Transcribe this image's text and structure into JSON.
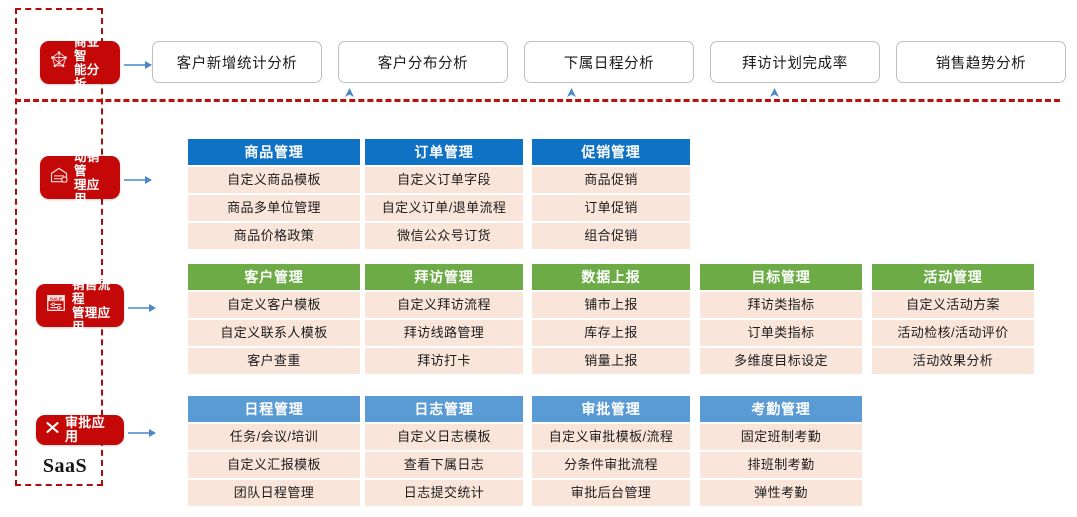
{
  "enclosure": {
    "label": "SaaS"
  },
  "layers": [
    {
      "key": "bi",
      "badge": {
        "label": "商业智\n能分析",
        "icon": "network-graph-icon",
        "color": "#c40808"
      },
      "buttons": [
        {
          "label": "客户新增统计分析"
        },
        {
          "label": "客户分布分析"
        },
        {
          "label": "下属日程分析"
        },
        {
          "label": "拜访计划完成率"
        },
        {
          "label": "销售趋势分析"
        }
      ]
    },
    {
      "key": "sales-app",
      "badge": {
        "label": "动销管\n理应用",
        "icon": "store-house-icon",
        "color": "#c40808"
      },
      "header_color": "#1072c4",
      "columns": [
        {
          "title": "商品管理",
          "items": [
            "自定义商品模板",
            "商品多单位管理",
            "商品价格政策"
          ]
        },
        {
          "title": "订单管理",
          "items": [
            "自定义订单字段",
            "自定义订单/退单流程",
            "微信公众号订货"
          ]
        },
        {
          "title": "促销管理",
          "items": [
            "商品促销",
            "订单促销",
            "组合促销"
          ]
        }
      ]
    },
    {
      "key": "process",
      "badge": {
        "label": "销售流程\n管理应用",
        "icon": "sale-sign-icon",
        "color": "#c40808"
      },
      "header_color": "#6cab45",
      "columns": [
        {
          "title": "客户管理",
          "items": [
            "自定义客户模板",
            "自定义联系人模板",
            "客户查重"
          ]
        },
        {
          "title": "拜访管理",
          "items": [
            "自定义拜访流程",
            "拜访线路管理",
            "拜访打卡"
          ]
        },
        {
          "title": "数据上报",
          "items": [
            "铺市上报",
            "库存上报",
            "销量上报"
          ]
        },
        {
          "title": "目标管理",
          "items": [
            "拜访类指标",
            "订单类指标",
            "多维度目标设定"
          ]
        },
        {
          "title": "活动管理",
          "items": [
            "自定义活动方案",
            "活动检核/活动评价",
            "活动效果分析"
          ]
        }
      ]
    },
    {
      "key": "approval",
      "badge": {
        "label": "审批应用",
        "icon": "cross-mark-icon",
        "color": "#c40808"
      },
      "header_color": "#5b9bd5",
      "columns": [
        {
          "title": "日程管理",
          "items": [
            "任务/会议/培训",
            "自定义汇报模板",
            "团队日程管理"
          ]
        },
        {
          "title": "日志管理",
          "items": [
            "自定义日志模板",
            "查看下属日志",
            "日志提交统计"
          ]
        },
        {
          "title": "审批管理",
          "items": [
            "自定义审批模板/流程",
            "分条件审批流程",
            "审批后台管理"
          ]
        },
        {
          "title": "考勤管理",
          "items": [
            "固定班制考勤",
            "排班制考勤",
            "弹性考勤"
          ]
        }
      ]
    }
  ],
  "connector": {
    "color": "#4a86c8",
    "dash_color": "#c00d0d"
  }
}
